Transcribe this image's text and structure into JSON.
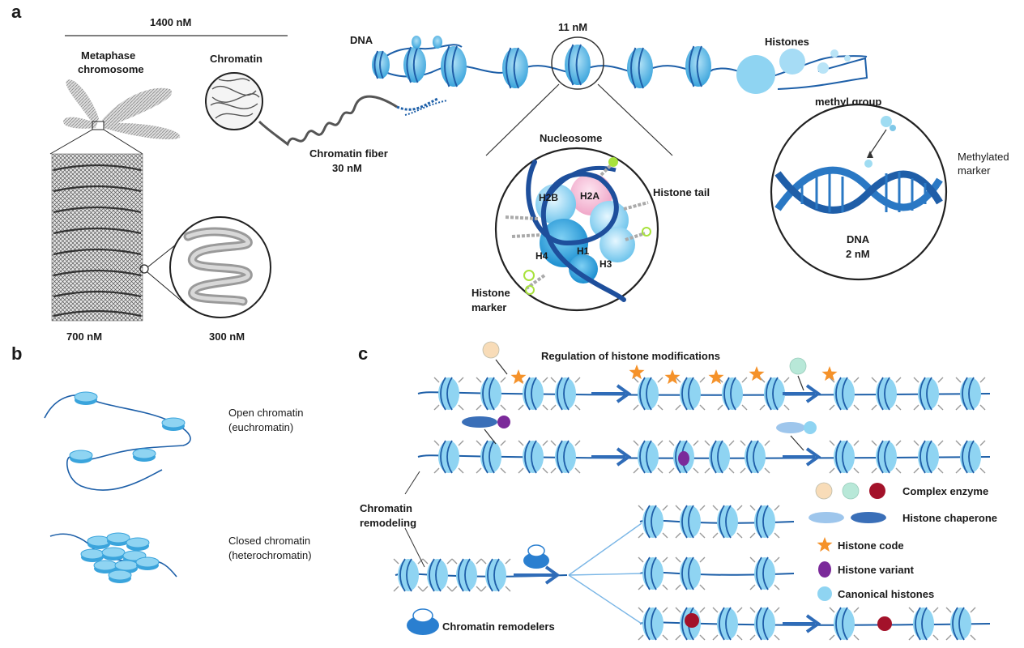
{
  "panels": {
    "a": "a",
    "b": "b",
    "c": "c"
  },
  "panel_a": {
    "scale_1400": "1400 nM",
    "metaphase": [
      "Metaphase",
      "chromosome"
    ],
    "chromatin": "Chromatin",
    "dna": "DNA",
    "scale_11": "11 nM",
    "histones": "Histones",
    "methyl_group": "methyl group",
    "methylated_marker": [
      "Methylated",
      "marker"
    ],
    "chromatin_fiber": [
      "Chromatin fiber",
      "30 nM"
    ],
    "nucleosome": "Nucleosome",
    "histone_tail": "Histone tail",
    "h2b": "H2B",
    "h2a": "H2A",
    "h4": "H4",
    "h1": "H1",
    "h3": "H3",
    "histone_marker": [
      "Histone",
      "marker"
    ],
    "dna_2": [
      "DNA",
      "2 nM"
    ],
    "scale_700": "700 nM",
    "scale_300": "300 nM"
  },
  "panel_b": {
    "open": [
      "Open chromatin",
      "(euchromatin)"
    ],
    "closed": [
      "Closed chromatin",
      "(heterochromatin)"
    ]
  },
  "panel_c": {
    "title": "Regulation of histone modifications",
    "remodeling": [
      "Chromatin",
      "remodeling"
    ],
    "remodelers": "Chromatin remodelers",
    "legend": {
      "complex_enzyme": "Complex enzyme",
      "histone_chaperone": "Histone chaperone",
      "histone_code": "Histone code",
      "histone_variant": "Histone variant",
      "canonical_histones": "Canonical histones"
    }
  },
  "colors": {
    "nucleosome": "#5bbde8",
    "nucleosome_dark": "#1f6fb8",
    "dna": "#1d5fa8",
    "star": "#f5922a",
    "variant": "#7b2a9a",
    "enzyme_peach": "#f8dcb8",
    "enzyme_mint": "#b8e8d8",
    "enzyme_red": "#a3122a",
    "chaperone_light": "#9ec6ec",
    "chaperone_dark": "#3a6fb8",
    "h2a": "#f5b8d4",
    "h2b": "#7fc8e6",
    "h3": "#b8eaf0",
    "h4": "#2a9fd6"
  }
}
